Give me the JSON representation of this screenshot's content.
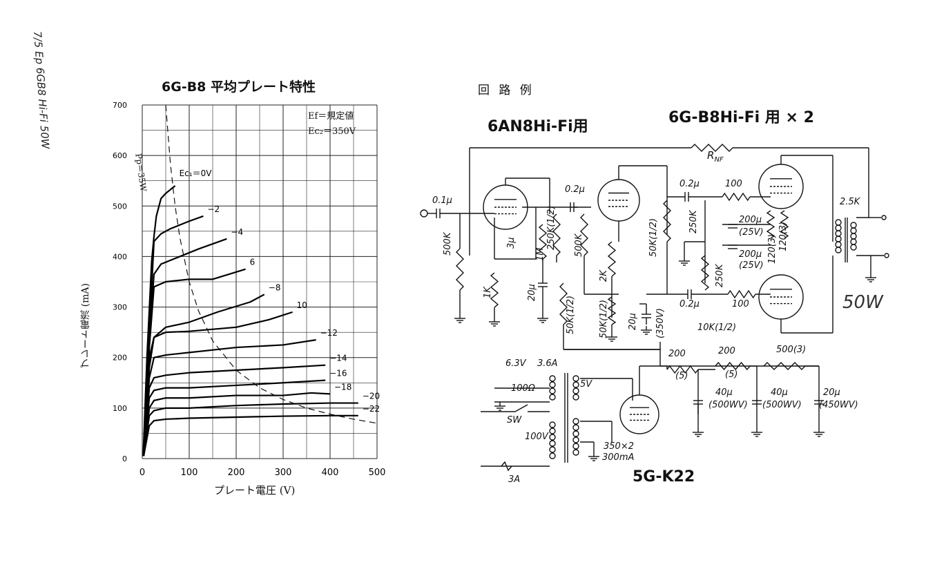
{
  "margin_note": "7/5 Ep 6GB8 Hi-Fi 50W",
  "chart_data": {
    "type": "line",
    "title": "6G-B8 平均プレート特性",
    "xlabel": "プレート電圧 (V)",
    "ylabel": "プレート電流 (mA)",
    "xlim": [
      0,
      500
    ],
    "ylim": [
      0,
      700
    ],
    "x_ticks": [
      "0",
      "100",
      "200",
      "300",
      "400",
      "500"
    ],
    "x_ticks_display": [
      "0",
      "100",
      "200",
      "300",
      "400",
      "500"
    ],
    "y_ticks": [
      "0",
      "100",
      "200",
      "300",
      "400",
      "500",
      "600",
      "700"
    ],
    "grid": true,
    "conditions": [
      "Ef＝規定値",
      "Ec₂＝350V"
    ],
    "dissipation_label": "Pp＝35W",
    "dissipation_curve": {
      "watts": 35,
      "x": [
        50,
        60,
        70,
        80,
        100,
        120,
        150,
        200,
        250,
        300,
        350,
        400,
        450,
        500
      ],
      "y": [
        700,
        583,
        500,
        438,
        350,
        292,
        233,
        175,
        140,
        117,
        100,
        88,
        78,
        70
      ]
    },
    "series": [
      {
        "name": "Ec₁＝0V",
        "x": [
          2,
          10,
          20,
          25,
          30,
          40,
          50,
          70
        ],
        "y": [
          5,
          200,
          390,
          440,
          480,
          515,
          525,
          540
        ]
      },
      {
        "name": "−2",
        "x": [
          3,
          15,
          25,
          40,
          60,
          100,
          130
        ],
        "y": [
          5,
          250,
          430,
          445,
          455,
          470,
          480
        ]
      },
      {
        "name": "−4",
        "x": [
          3,
          15,
          25,
          40,
          80,
          120,
          180
        ],
        "y": [
          5,
          240,
          365,
          385,
          400,
          415,
          435
        ]
      },
      {
        "name": "6",
        "x": [
          3,
          15,
          25,
          50,
          100,
          150,
          220
        ],
        "y": [
          5,
          220,
          340,
          350,
          355,
          355,
          375
        ]
      },
      {
        "name": "−8",
        "x": [
          3,
          15,
          25,
          50,
          100,
          160,
          230,
          260
        ],
        "y": [
          5,
          200,
          240,
          260,
          270,
          290,
          310,
          325
        ]
      },
      {
        "name": "10",
        "x": [
          3,
          15,
          25,
          50,
          100,
          200,
          270,
          320
        ],
        "y": [
          5,
          180,
          240,
          250,
          252,
          260,
          275,
          290
        ]
      },
      {
        "name": "−12",
        "x": [
          3,
          15,
          25,
          50,
          100,
          200,
          300,
          370
        ],
        "y": [
          5,
          160,
          200,
          205,
          210,
          220,
          225,
          235
        ]
      },
      {
        "name": "−14",
        "x": [
          3,
          15,
          25,
          50,
          100,
          200,
          300,
          390
        ],
        "y": [
          5,
          140,
          160,
          165,
          170,
          175,
          180,
          185
        ]
      },
      {
        "name": "−16",
        "x": [
          3,
          15,
          25,
          50,
          100,
          200,
          300,
          390
        ],
        "y": [
          5,
          120,
          135,
          140,
          140,
          145,
          150,
          155
        ]
      },
      {
        "name": "−18",
        "x": [
          3,
          15,
          25,
          50,
          100,
          200,
          300,
          360,
          400
        ],
        "y": [
          5,
          100,
          115,
          120,
          120,
          125,
          125,
          130,
          128
        ]
      },
      {
        "name": "−20",
        "x": [
          3,
          15,
          25,
          50,
          100,
          200,
          300,
          400,
          460
        ],
        "y": [
          5,
          85,
          95,
          100,
          100,
          105,
          108,
          110,
          110
        ]
      },
      {
        "name": "−22",
        "x": [
          3,
          15,
          25,
          50,
          100,
          200,
          300,
          400,
          460
        ],
        "y": [
          5,
          65,
          75,
          78,
          80,
          82,
          84,
          85,
          85
        ]
      }
    ]
  },
  "schematic": {
    "heading": "回 路 例",
    "stage1_label": "6AN8Hi-Fi用",
    "stage2_label": "6G-B8Hi-Fi 用 × 2",
    "nfb_label": "R",
    "nfb_sub": "NF",
    "rectifier_label": "5G-K22",
    "output_note": "50W",
    "components": [
      "0.1μ",
      "500K",
      "1K",
      "3μ",
      "1M",
      "20μ",
      "250K(1/2)",
      "0.2μ",
      "500K",
      "50K(1/2)",
      "2K",
      "50K(1/2)",
      "20μ",
      "(350V)",
      "50K(1/2)",
      "0.2μ",
      "100",
      "250K",
      "200μ",
      "(25V)",
      "200μ",
      "(25V)",
      "250K",
      "120(3)",
      "120(3)",
      "0.2μ",
      "100",
      "2.5K",
      "10K(1/2)",
      "200",
      "(5)",
      "200",
      "(5)",
      "500(3)",
      "40μ",
      "(500WV)",
      "40μ",
      "(500WV)",
      "20μ",
      "(450WV)",
      "6.3V",
      "3.6A",
      "100Ω",
      "5V",
      "SW",
      "100V",
      "350×2",
      "300mA",
      "3A"
    ]
  }
}
